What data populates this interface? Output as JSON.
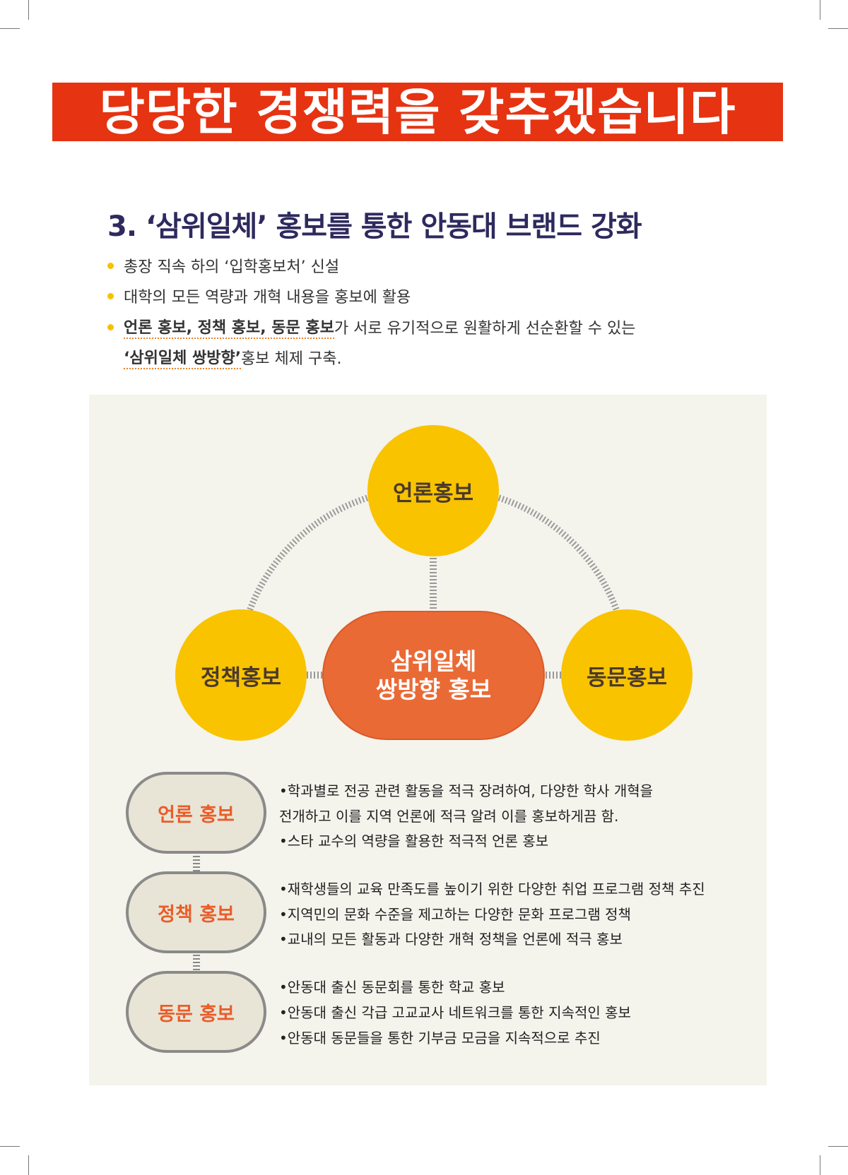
{
  "banner": {
    "title": "당당한 경쟁력을 갖추겠습니다"
  },
  "section": {
    "title": "3. ‘삼위일체’ 홍보를 통한 안동대 브랜드 강화",
    "bullets": [
      {
        "text": "총장 직속 하의 ‘입학홍보처’ 신설"
      },
      {
        "text": "대학의 모든 역량과 개혁 내용을 홍보에 활용"
      },
      {
        "emphasis": "언론 홍보, 정책 홍보, 동문 홍보",
        "text": "가 서로 유기적으로 원활하게 선순환할 수 있는",
        "emphasis2": "‘삼위일체 쌍방향’",
        "text2": " 홍보 체제 구축."
      }
    ]
  },
  "diagram": {
    "top": "언론홍보",
    "left": "정책홍보",
    "right": "동문홍보",
    "center_line1": "삼위일체",
    "center_line2": "쌍방향 홍보",
    "colors": {
      "circle": "#f9c300",
      "center": "#ea6a36",
      "banner": "#e63312"
    }
  },
  "details": [
    {
      "label": "언론 홍보",
      "lines": [
        "•학과별로 전공 관련 활동을 적극 장려하여, 다양한 학사 개혁을",
        " 전개하고 이를 지역 언론에 적극 알려 이를 홍보하게끔 함.",
        "•스타 교수의 역량을 활용한 적극적 언론 홍보"
      ]
    },
    {
      "label": "정책 홍보",
      "lines": [
        "•재학생들의 교육 만족도를 높이기 위한 다양한 취업 프로그램 정책 추진",
        "•지역민의 문화 수준을 제고하는 다양한 문화 프로그램 정책",
        "•교내의 모든 활동과 다양한 개혁 정책을 언론에 적극 홍보"
      ]
    },
    {
      "label": "동문 홍보",
      "lines": [
        "•안동대 출신 동문회를 통한 학교 홍보",
        "•안동대 출신 각급 고교교사 네트워크를 통한 지속적인 홍보",
        "•안동대 동문들을 통한 기부금 모금을 지속적으로 추진"
      ]
    }
  ]
}
